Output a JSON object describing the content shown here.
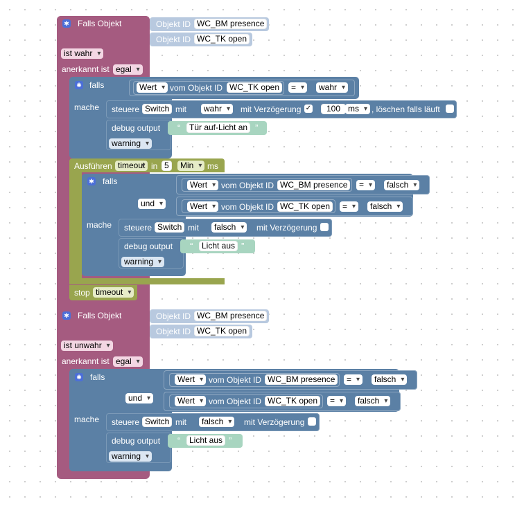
{
  "labels": {
    "falls_objekt": "Falls Objekt",
    "objekt_id": "Objekt ID",
    "anerkannt_ist": "anerkannt ist",
    "falls": "falls",
    "mache": "mache",
    "und": "und",
    "vom_objekt_id": "vom Objekt ID",
    "steuere": "steuere",
    "mit": "mit",
    "mit_verzoegerung": "mit Verzögerung",
    "loeschen_falls_laeuft": ", löschen falls läuft",
    "debug_output": "debug output",
    "ausfuehren": "Ausführen",
    "in": "in",
    "ms": "ms",
    "stop": "stop",
    "open_quote": "“",
    "close_quote": "”",
    "check_mark": "✓",
    "gear_icon": "✱"
  },
  "values": {
    "wc_bm_presence": "WC_BM presence",
    "wc_tk_open": "WC_TK open",
    "ist_wahr": "ist wahr",
    "ist_unwahr": "ist unwahr",
    "egal": "egal",
    "wert": "Wert",
    "eq": "=",
    "wahr": "wahr",
    "falsch": "falsch",
    "switch": "Switch",
    "delay_100": "100",
    "ms": "ms",
    "tuer_auf_licht_an": "Tür auf-Licht an",
    "licht_aus": "Licht aus",
    "warning": "warning",
    "timeout": "timeout",
    "five": "5",
    "min": "Min"
  },
  "colors": {
    "trigger": "#a55b80",
    "logic": "#5b80a5",
    "timeout": "#99a54e",
    "objectid": "#b8c9df",
    "string": "#a8d5c0"
  }
}
